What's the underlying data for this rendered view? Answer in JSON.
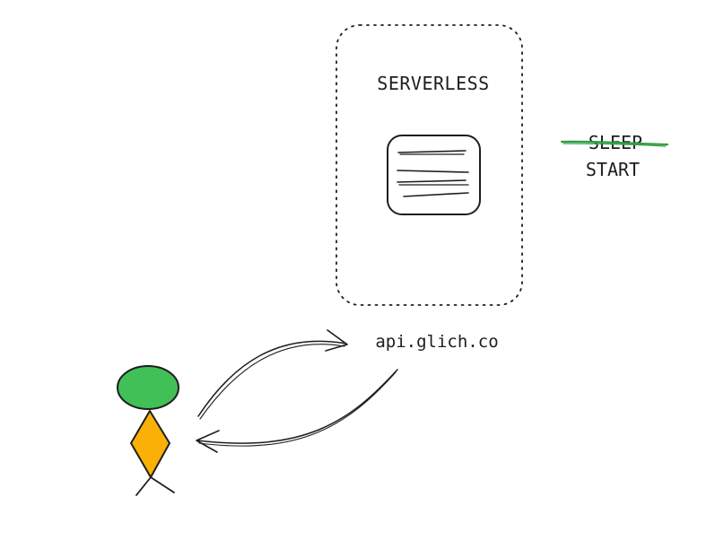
{
  "diagram": {
    "server_box": {
      "label": "SERVERLESS"
    },
    "state_labels": {
      "old_state": "SLEEP",
      "new_state": "START"
    },
    "endpoint": {
      "label": "api.glich.co"
    },
    "colors": {
      "ink": "#1e1e1e",
      "strike": "#2f9e44",
      "head_fill": "#40c057",
      "body_fill": "#fab005"
    }
  }
}
